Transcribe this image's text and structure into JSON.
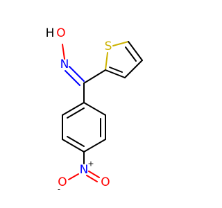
{
  "colors": {
    "background": "#ffffff",
    "carbon_bond": "#000000",
    "oxygen": "#ff0000",
    "nitrogen": "#0000ff",
    "sulfur": "#ccb200",
    "charge": "#000000"
  },
  "atoms": {
    "oxime_oxygen": "O",
    "oxime_hydrogen": "H",
    "oxime_nitrogen": "N",
    "thiophene_sulfur": "S",
    "nitro_nitrogen": "N",
    "nitro_nitrogen_charge": "+",
    "nitro_oxygen_left": "O",
    "nitro_oxygen_left_charge": "-",
    "nitro_oxygen_right": "O"
  }
}
